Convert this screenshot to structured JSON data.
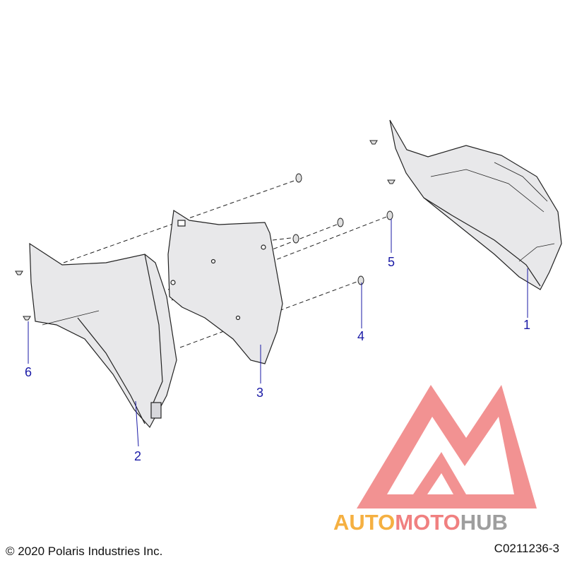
{
  "diagram": {
    "callouts": [
      {
        "id": "1",
        "label": "1"
      },
      {
        "id": "2",
        "label": "2"
      },
      {
        "id": "3",
        "label": "3"
      },
      {
        "id": "4",
        "label": "4"
      },
      {
        "id": "5",
        "label": "5"
      },
      {
        "id": "6",
        "label": "6"
      }
    ],
    "copyright": "© 2020 Polaris Industries Inc.",
    "document_number": "C0211236-3"
  },
  "watermark": {
    "part1": "AUTO",
    "part2": "MOTO",
    "part3": "HUB",
    "color_orange": "#f5b041",
    "color_pink": "#f08080",
    "color_gray": "#9e9e9e"
  },
  "colors": {
    "callout": "#1a1aa6",
    "panel_fill": "#e8e8ea",
    "outline": "#222222"
  }
}
